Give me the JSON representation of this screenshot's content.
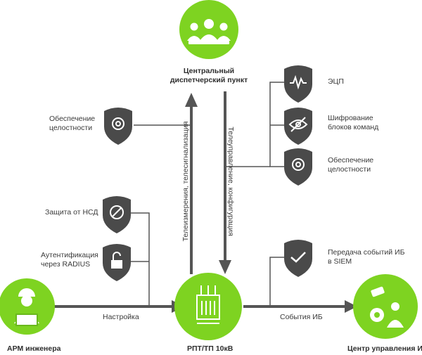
{
  "nodes": {
    "central": {
      "title_line1": "Центральный",
      "title_line2": "диспетчерский пункт"
    },
    "arm": {
      "title": "АРМ инженера"
    },
    "rpt": {
      "title": "РПТ/ТП 10кВ"
    },
    "center": {
      "title": "Центр управления ИБ"
    }
  },
  "arrows": {
    "up_label": "Телеизмерения, телесигнализация",
    "down_label": "Телеуправление, конфигурация",
    "left_label": "Настройка",
    "right_label": "События ИБ"
  },
  "features": {
    "integrity_left": {
      "line1": "Обеспечение",
      "line2": "целостности",
      "icon": "gear-icon"
    },
    "nsd": {
      "line1": "Защита от НСД",
      "icon": "block-icon"
    },
    "radius": {
      "line1": "Аутентификация",
      "line2": "через RADIUS",
      "icon": "unlock-icon"
    },
    "ecp": {
      "line1": "ЭЦП",
      "icon": "signature-icon"
    },
    "encryption": {
      "line1": "Шифрование",
      "line2": "блоков команд",
      "icon": "eye-slash-icon"
    },
    "integrity_right": {
      "line1": "Обеспечение",
      "line2": "целостности",
      "icon": "gear-icon"
    },
    "siem": {
      "line1": "Передача событий ИБ",
      "line2": "в SIEM",
      "icon": "check-icon"
    }
  },
  "colors": {
    "accent": "#7ed321",
    "dark": "#4a4a4a",
    "arrow": "#555555"
  }
}
